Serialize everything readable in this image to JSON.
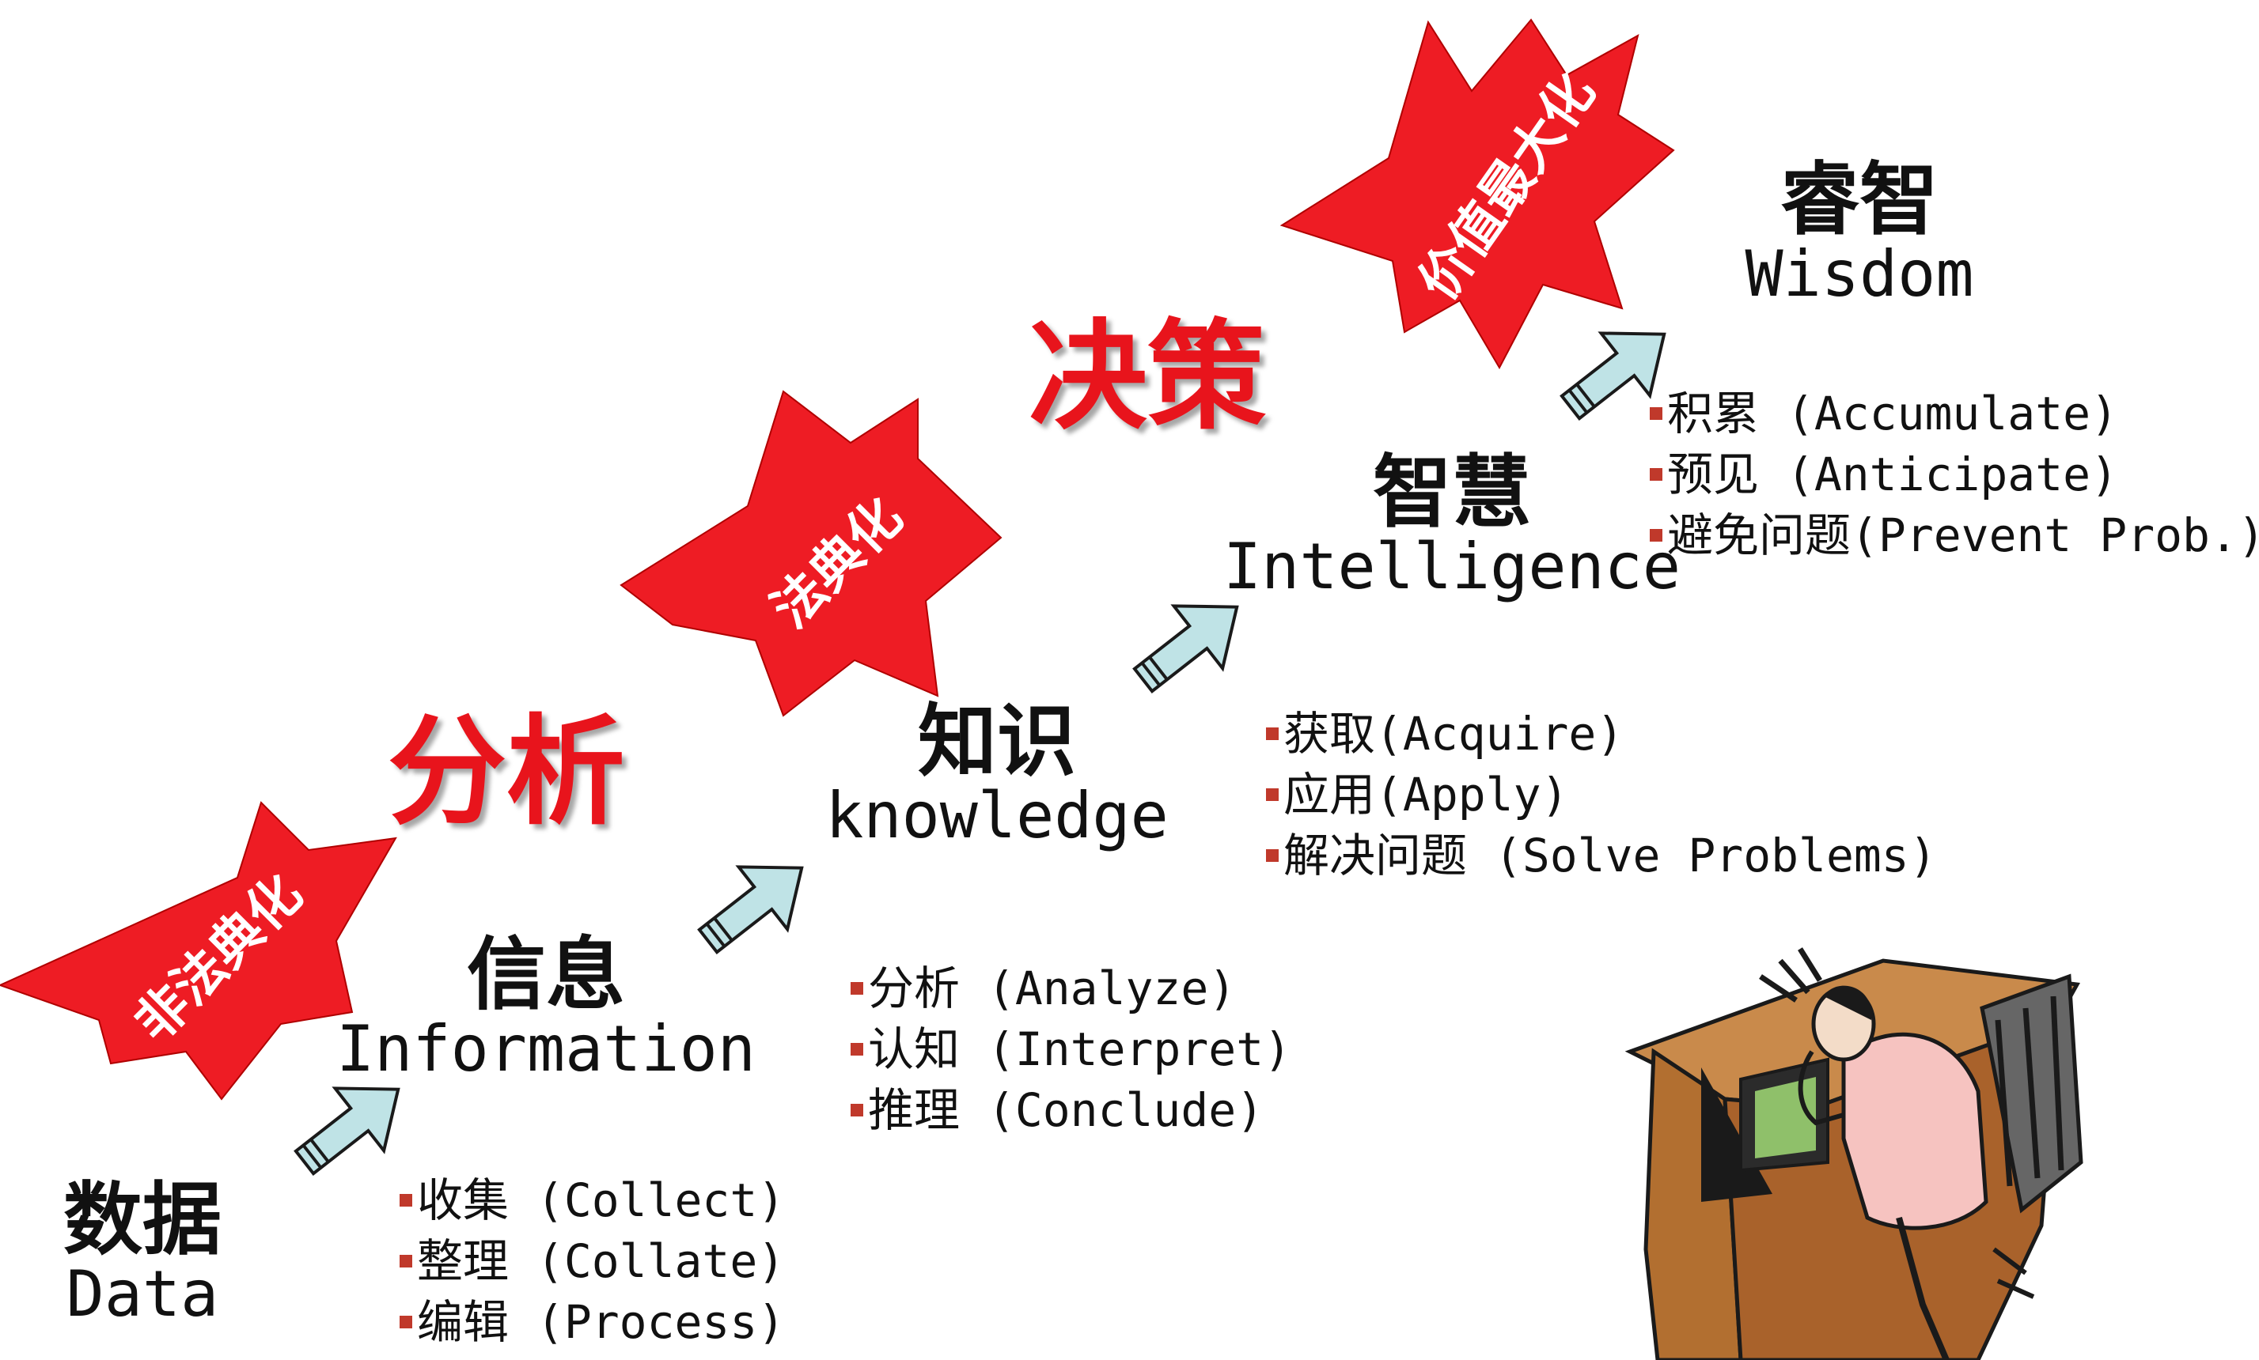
{
  "levels": [
    {
      "zh": "数据",
      "en": "Data"
    },
    {
      "zh": "信息",
      "en": "Information"
    },
    {
      "zh": "知识",
      "en": "knowledge"
    },
    {
      "zh": "智慧",
      "en": "Intelligence"
    },
    {
      "zh": "睿智",
      "en": "Wisdom"
    }
  ],
  "activities": [
    [
      "收集 (Collect)",
      "整理 (Collate)",
      "编辑 (Process)"
    ],
    [
      "分析 (Analyze)",
      "认知 (Interpret)",
      "推理 (Conclude)"
    ],
    [
      "获取(Acquire)",
      "应用(Apply)",
      "解决问题 (Solve Problems)"
    ],
    [
      "积累 (Accumulate)",
      "预见 (Anticipate)",
      "避免问题(Prevent Prob.)"
    ]
  ],
  "stage_labels": [
    "分析",
    "决策"
  ],
  "burst_labels": [
    "非法典化",
    "法典化",
    "价值最大化"
  ],
  "colors": {
    "burst": "#ee1c24",
    "stage_label": "#e8141c",
    "arrow_fill": "#bfe3e6",
    "arrow_stroke": "#1a1a1a",
    "bullet": "#c0392b"
  },
  "icons": [
    "step-arrow-icon",
    "burst-icon",
    "person-at-desk-icon"
  ]
}
